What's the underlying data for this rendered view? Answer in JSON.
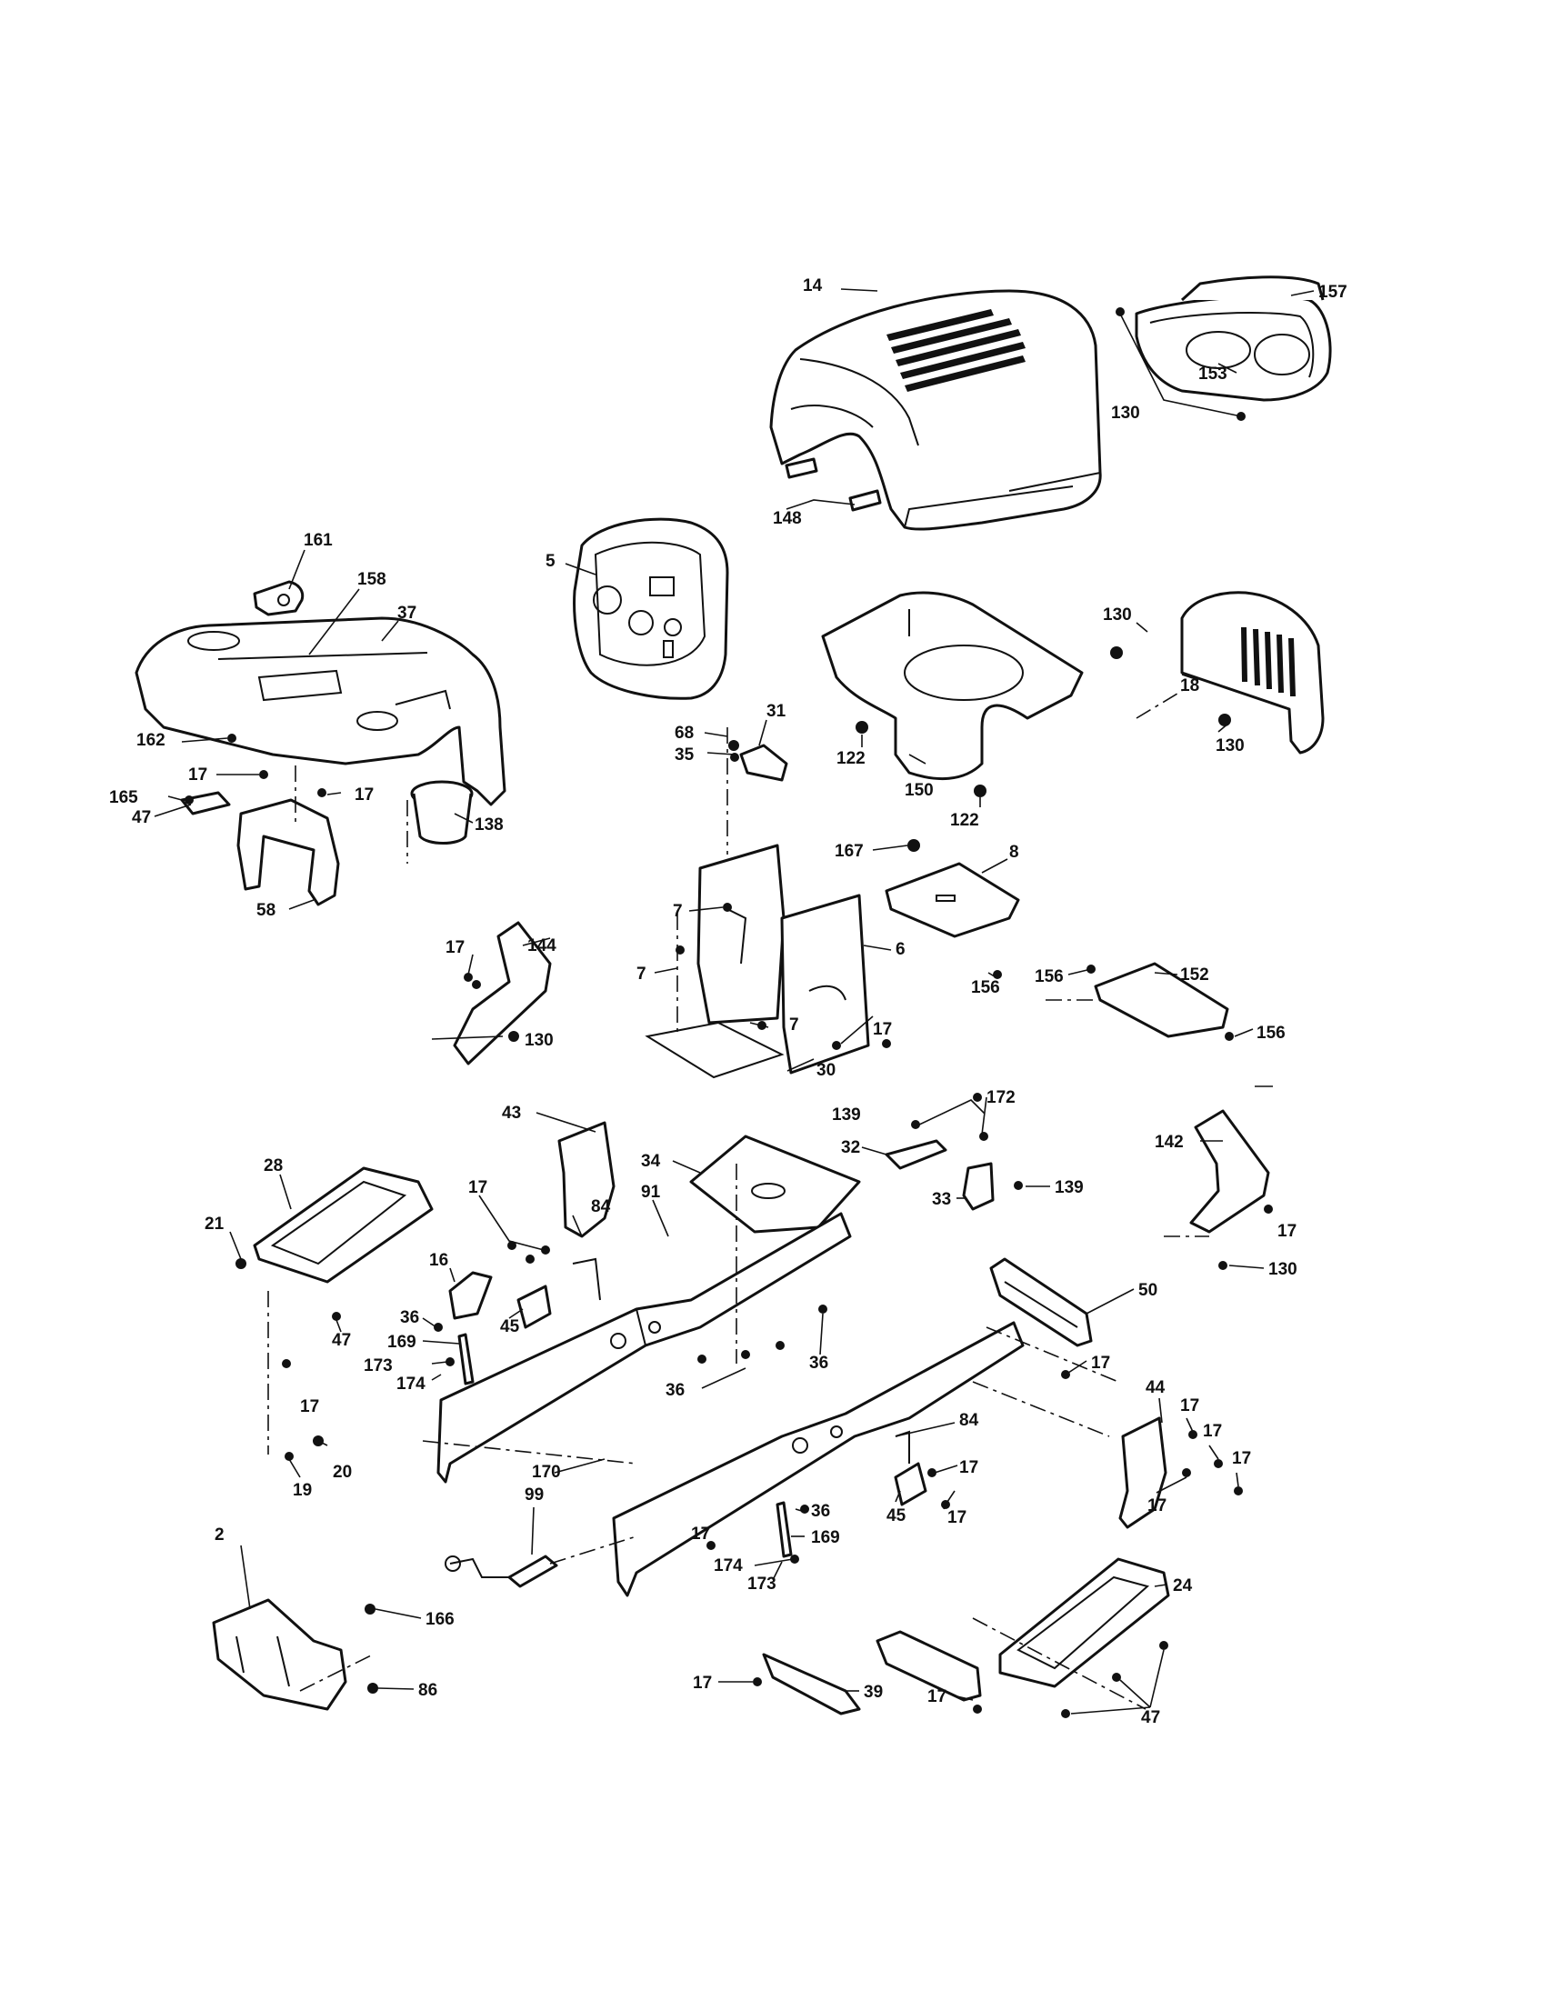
{
  "diagram": {
    "callouts": [
      {
        "id": "c14",
        "text": "14"
      },
      {
        "id": "c157",
        "text": "157"
      },
      {
        "id": "c153",
        "text": "153"
      },
      {
        "id": "c130a",
        "text": "130"
      },
      {
        "id": "c148",
        "text": "148"
      },
      {
        "id": "c161",
        "text": "161"
      },
      {
        "id": "c5",
        "text": "5"
      },
      {
        "id": "c158",
        "text": "158"
      },
      {
        "id": "c37",
        "text": "37"
      },
      {
        "id": "c130b",
        "text": "130"
      },
      {
        "id": "c18",
        "text": "18"
      },
      {
        "id": "c130c",
        "text": "130"
      },
      {
        "id": "c68",
        "text": "68"
      },
      {
        "id": "c31",
        "text": "31"
      },
      {
        "id": "c35",
        "text": "35"
      },
      {
        "id": "c122a",
        "text": "122"
      },
      {
        "id": "c150",
        "text": "150"
      },
      {
        "id": "c122b",
        "text": "122"
      },
      {
        "id": "c162",
        "text": "162"
      },
      {
        "id": "c17a",
        "text": "17"
      },
      {
        "id": "c165",
        "text": "165"
      },
      {
        "id": "c47a",
        "text": "47"
      },
      {
        "id": "c17b",
        "text": "17"
      },
      {
        "id": "c138",
        "text": "138"
      },
      {
        "id": "c58",
        "text": "58"
      },
      {
        "id": "c167",
        "text": "167"
      },
      {
        "id": "c8",
        "text": "8"
      },
      {
        "id": "c7a",
        "text": "7"
      },
      {
        "id": "c6",
        "text": "6"
      },
      {
        "id": "c156a",
        "text": "156"
      },
      {
        "id": "c17c",
        "text": "17"
      },
      {
        "id": "c144",
        "text": "144"
      },
      {
        "id": "c7b",
        "text": "7"
      },
      {
        "id": "c17d",
        "text": "17"
      },
      {
        "id": "c7c",
        "text": "7"
      },
      {
        "id": "c156b",
        "text": "156"
      },
      {
        "id": "c152",
        "text": "152"
      },
      {
        "id": "c156c",
        "text": "156"
      },
      {
        "id": "c130d",
        "text": "130"
      },
      {
        "id": "c30",
        "text": "30"
      },
      {
        "id": "c43",
        "text": "43"
      },
      {
        "id": "c139a",
        "text": "139"
      },
      {
        "id": "c172",
        "text": "172"
      },
      {
        "id": "c32",
        "text": "32"
      },
      {
        "id": "c34",
        "text": "34"
      },
      {
        "id": "c33",
        "text": "33"
      },
      {
        "id": "c139b",
        "text": "139"
      },
      {
        "id": "c142",
        "text": "142"
      },
      {
        "id": "c28",
        "text": "28"
      },
      {
        "id": "c17e",
        "text": "17"
      },
      {
        "id": "c21",
        "text": "21"
      },
      {
        "id": "c84a",
        "text": "84"
      },
      {
        "id": "c91",
        "text": "91"
      },
      {
        "id": "c16",
        "text": "16"
      },
      {
        "id": "c17f",
        "text": "17"
      },
      {
        "id": "c130e",
        "text": "130"
      },
      {
        "id": "c45a",
        "text": "45"
      },
      {
        "id": "c36a",
        "text": "36"
      },
      {
        "id": "c50",
        "text": "50"
      },
      {
        "id": "c47b",
        "text": "47"
      },
      {
        "id": "c169a",
        "text": "169"
      },
      {
        "id": "c173a",
        "text": "173"
      },
      {
        "id": "c174a",
        "text": "174"
      },
      {
        "id": "c36b",
        "text": "36"
      },
      {
        "id": "c36c",
        "text": "36"
      },
      {
        "id": "c17g",
        "text": "17"
      },
      {
        "id": "c44",
        "text": "44"
      },
      {
        "id": "c17h",
        "text": "17"
      },
      {
        "id": "c17i",
        "text": "17"
      },
      {
        "id": "c17j",
        "text": "17"
      },
      {
        "id": "c17k",
        "text": "17"
      },
      {
        "id": "c84b",
        "text": "84"
      },
      {
        "id": "c17l",
        "text": "17"
      },
      {
        "id": "c17m",
        "text": "17"
      },
      {
        "id": "c20",
        "text": "20"
      },
      {
        "id": "c170",
        "text": "170"
      },
      {
        "id": "c19",
        "text": "19"
      },
      {
        "id": "c17n",
        "text": "17"
      },
      {
        "id": "c45b",
        "text": "45"
      },
      {
        "id": "c17o",
        "text": "17"
      },
      {
        "id": "c99",
        "text": "99"
      },
      {
        "id": "c36d",
        "text": "36"
      },
      {
        "id": "c169b",
        "text": "169"
      },
      {
        "id": "c2",
        "text": "2"
      },
      {
        "id": "c174b",
        "text": "174"
      },
      {
        "id": "c173b",
        "text": "173"
      },
      {
        "id": "c24",
        "text": "24"
      },
      {
        "id": "c166",
        "text": "166"
      },
      {
        "id": "c17p",
        "text": "17"
      },
      {
        "id": "c39",
        "text": "39"
      },
      {
        "id": "c17q",
        "text": "17"
      },
      {
        "id": "c47c",
        "text": "47"
      },
      {
        "id": "c86",
        "text": "86"
      }
    ]
  }
}
